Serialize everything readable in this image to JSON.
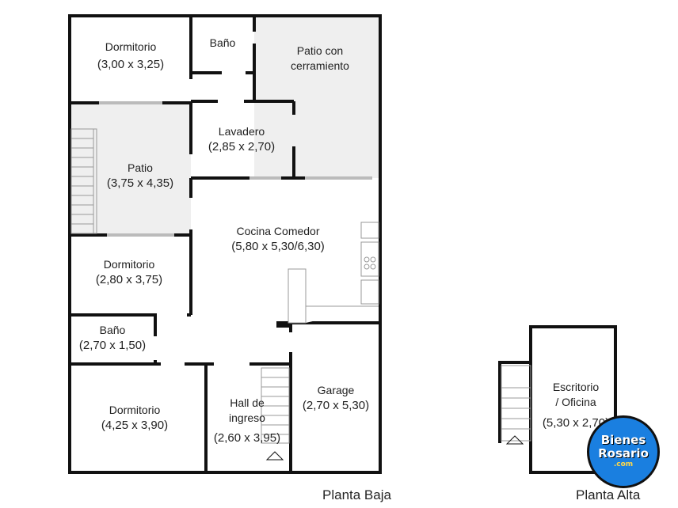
{
  "rooms": {
    "dormitorio1": {
      "name": "Dormitorio",
      "dim": "(3,00 x 3,25)"
    },
    "bano1": {
      "name": "Baño"
    },
    "patio_cerramiento": {
      "name": "Patio con",
      "name2": "cerramiento"
    },
    "lavadero": {
      "name": "Lavadero",
      "dim": "(2,85 x 2,70)"
    },
    "patio": {
      "name": "Patio",
      "dim": "(3,75 x 4,35)"
    },
    "cocina": {
      "name": "Cocina Comedor",
      "dim": "(5,80 x 5,30/6,30)"
    },
    "dormitorio2": {
      "name": "Dormitorio",
      "dim": "(2,80 x 3,75)"
    },
    "bano2": {
      "name": "Baño",
      "dim": "(2,70 x 1,50)"
    },
    "dormitorio3": {
      "name": "Dormitorio",
      "dim": "(4,25 x 3,90)"
    },
    "hall": {
      "name": "Hall de",
      "name2": "ingreso",
      "dim": "(2,60 x 3,95)"
    },
    "garage": {
      "name": "Garage",
      "dim": "(2,70 x 5,30)"
    },
    "escritorio": {
      "name": "Escritorio",
      "name2": "/ Oficina",
      "dim": "(5,30 x 2,70)"
    }
  },
  "floors": {
    "baja": "Planta Baja",
    "alta": "Planta Alta"
  },
  "logo": {
    "line1": "Bienes",
    "line2": "Rosario",
    "line3": ".com",
    "color": "#1a7fe0"
  }
}
